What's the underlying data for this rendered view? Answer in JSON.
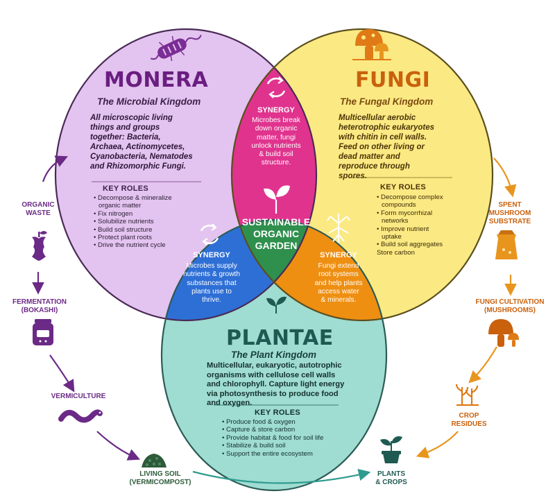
{
  "colors": {
    "monera": "#e3c3ef",
    "monera_stroke": "#5d2a6e",
    "monera_text": "#6a1e80",
    "fungi": "#fbe983",
    "fungi_stroke": "#7a6a18",
    "fungi_text": "#c9610d",
    "plantae": "#9fdcd2",
    "plantae_stroke": "#2e6f68",
    "plantae_text": "#1f5a52",
    "synergy_mf": "#e0338e",
    "synergy_mp": "#2e6fd6",
    "synergy_fp": "#ee8f12",
    "center": "#2f8f4d",
    "dark": "#1f1f1f"
  },
  "monera": {
    "title": "MONERA",
    "subtitle": "The Microbial Kingdom",
    "description": [
      "All microscopic living",
      "things and groups",
      "together: Bacteria,",
      "Archaea, Actinomycetes,",
      "Cyanobacteria, Nematodes",
      "and Rhizomorphic Fungi."
    ],
    "key_roles_label": "KEY ROLES",
    "roles": [
      "Decompose & mineralize",
      "organic matter",
      "Fix nitrogen",
      "Solubilize nutrients",
      "Build soil structure",
      "Protect plant roots",
      "Drive the nutrient cycle"
    ],
    "icon": "bacteria-icon"
  },
  "fungi": {
    "title": "FUNGI",
    "subtitle": "The Fungal Kingdom",
    "description": [
      "Multicellular aerobic",
      "heterotrophic eukaryotes",
      "with chitin in cell walls.",
      "Feed on other living or",
      "dead matter and",
      "reproduce through",
      "spores."
    ],
    "key_roles_label": "KEY ROLES",
    "roles": [
      "Decompose complex",
      "compounds",
      "Form mycorrhizal",
      "networks",
      "Improve nutrient",
      "uptake",
      "Build soil aggregates",
      "Store carbon"
    ],
    "icon": "mushroom-icon"
  },
  "plantae": {
    "title": "PLANTAE",
    "subtitle": "The Plant Kingdom",
    "description": [
      "Multicellular, eukaryotic, autotrophic",
      "organisms with cellulose cell walls",
      "and chlorophyll. Capture light energy",
      "via photosynthesis to produce food",
      "and oxygen."
    ],
    "key_roles_label": "KEY ROLES",
    "roles": [
      "Produce food & oxygen",
      "Capture & store carbon",
      "Provide habitat & food for soil life",
      "Stabilize & build soil",
      "Support the entire ecosystem"
    ],
    "icon": "leaf-icon"
  },
  "synergy_mf": {
    "title": "SYNERGY",
    "text": [
      "Microbes break",
      "down organic",
      "matter, fungi",
      "unlock nutrients",
      "& build soil",
      "structure."
    ]
  },
  "synergy_mp": {
    "title": "SYNERGY",
    "text": [
      "Microbes supply",
      "nutrients & growth",
      "substances that",
      "plants use to",
      "thrive."
    ]
  },
  "synergy_fp": {
    "title": "SYNERGY",
    "text": [
      "Fungi extend",
      "root systems",
      "and help plants",
      "access water",
      "& minerals."
    ]
  },
  "center": {
    "text": [
      "SUSTAINABLE",
      "ORGANIC",
      "GARDEN"
    ]
  },
  "left_cycle": [
    {
      "label": [
        "ORGANIC",
        "WASTE"
      ],
      "icon": "apple-core-icon"
    },
    {
      "label": [
        "FERMENTATION",
        "(BOKASHI)"
      ],
      "icon": "jar-icon"
    },
    {
      "label": [
        "VERMICULTURE"
      ],
      "icon": "worm-icon"
    },
    {
      "label": [
        "LIVING SOIL",
        "(VERMICOMPOST)"
      ],
      "icon": "soil-pile-icon"
    }
  ],
  "right_cycle": [
    {
      "label": [
        "SPENT",
        "MUSHROOM",
        "SUBSTRATE"
      ],
      "icon": "substrate-bag-icon"
    },
    {
      "label": [
        "FUNGI CULTIVATION",
        "(MUSHROOMS)"
      ],
      "icon": "mushroom-icon"
    },
    {
      "label": [
        "CROP",
        "RESIDUES"
      ],
      "icon": "crop-residue-icon"
    },
    {
      "label": [
        "PLANTS",
        "& CROPS"
      ],
      "icon": "potted-plant-icon"
    }
  ]
}
